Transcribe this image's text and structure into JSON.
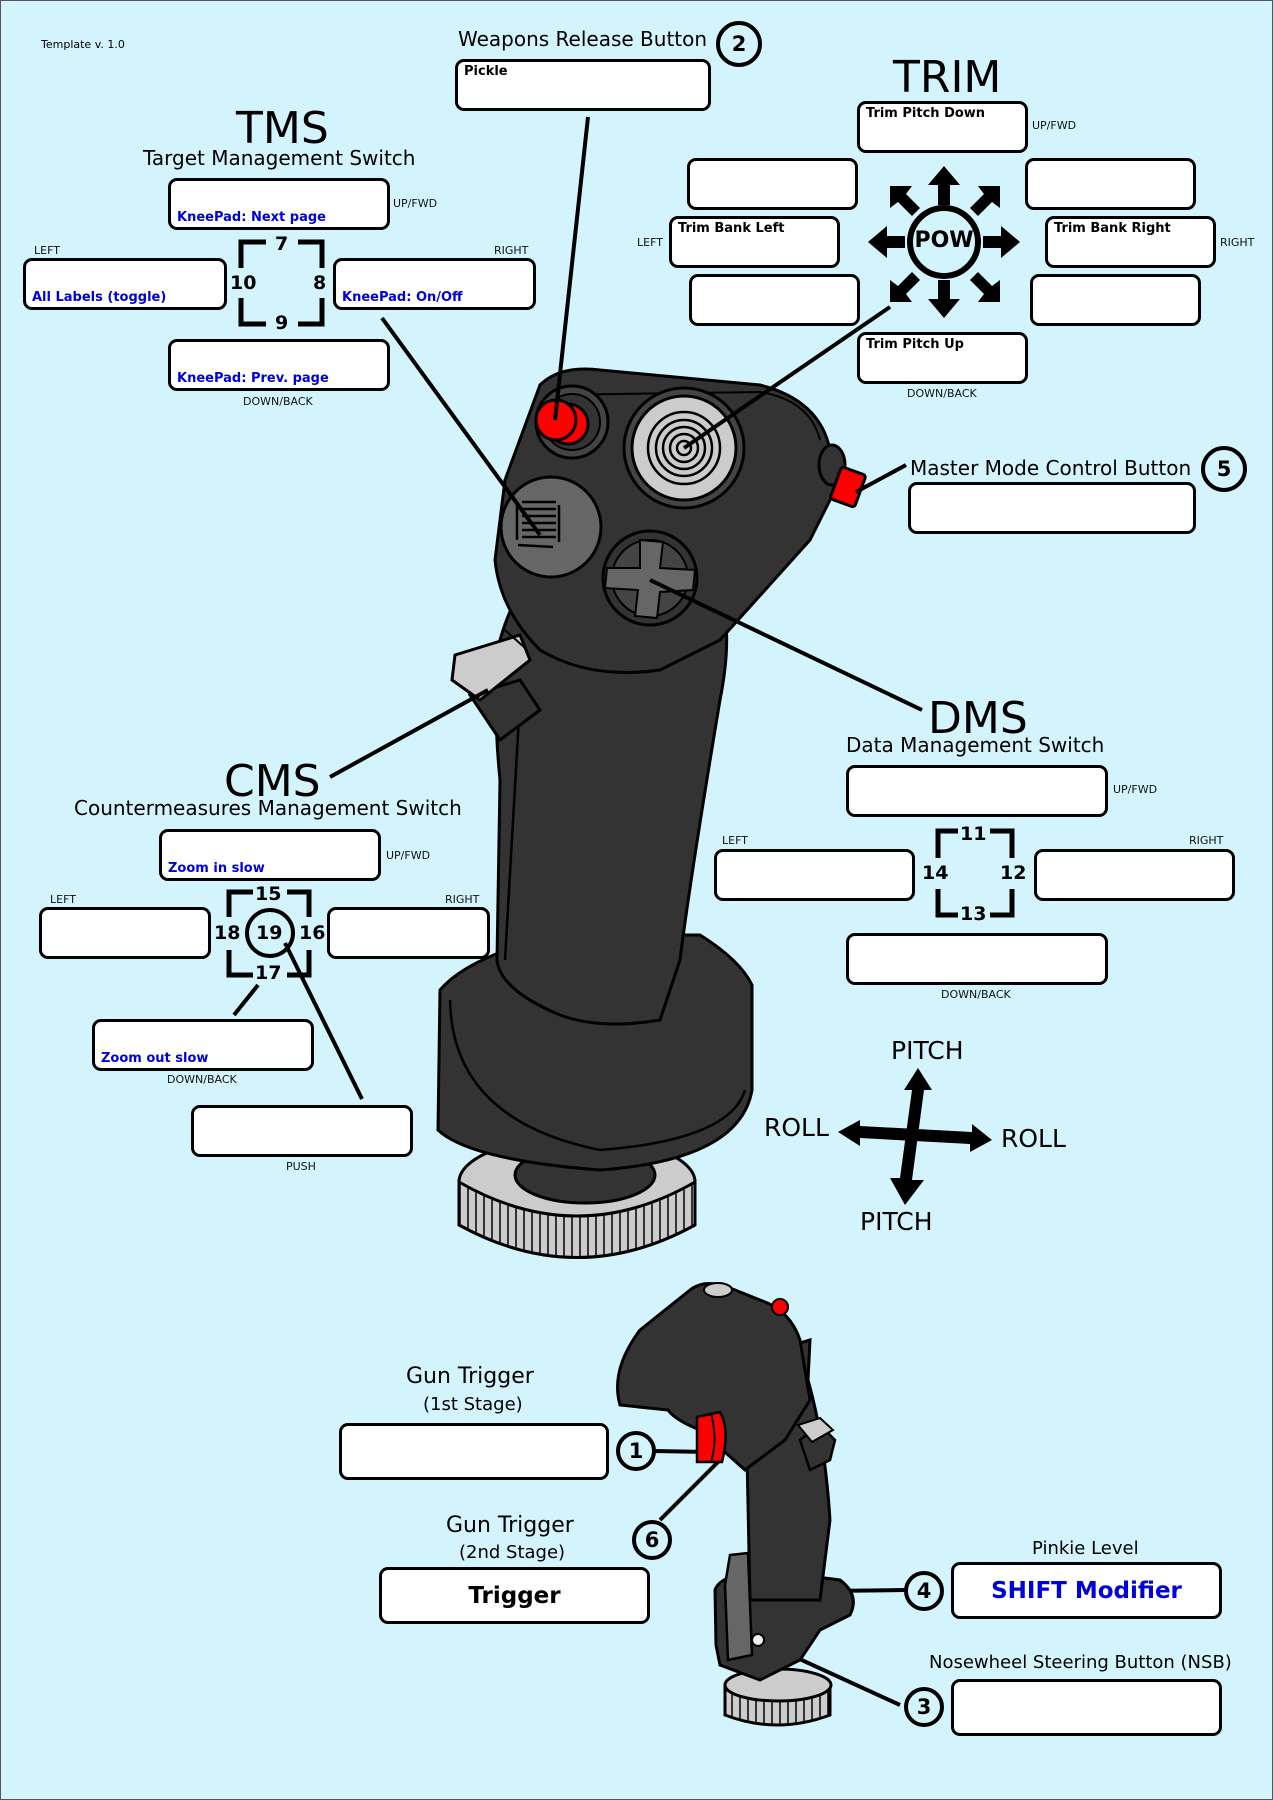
{
  "template_version": "Template v. 1.0",
  "colors": {
    "background": "#d4f4fd",
    "assigned_label": "#0000dd",
    "body_dark": "#333333",
    "button_red": "#ff0000",
    "button_grey": "#cccccc"
  },
  "tms": {
    "title": "TMS",
    "subtitle": "Target Management Switch",
    "up": {
      "direction": "UP/FWD",
      "number": "7",
      "label": "KneePad: Next page"
    },
    "right": {
      "direction": "RIGHT",
      "number": "8",
      "label": "KneePad: On/Off"
    },
    "down": {
      "direction": "DOWN/BACK",
      "number": "9",
      "label": "KneePad: Prev. page"
    },
    "left": {
      "direction": "LEFT",
      "number": "10",
      "label": "All Labels (toggle)"
    }
  },
  "weapons_release": {
    "title": "Weapons Release Button",
    "badge": "2",
    "label": "Pickle"
  },
  "trim": {
    "title": "TRIM",
    "center": "POW",
    "up": {
      "direction": "UP/FWD",
      "label": "Trim Pitch Down"
    },
    "down": {
      "direction": "DOWN/BACK",
      "label": "Trim Pitch Up"
    },
    "left": {
      "direction": "LEFT",
      "label": "Trim Bank Left"
    },
    "right": {
      "direction": "RIGHT",
      "label": "Trim Bank Right"
    },
    "up_left": {
      "label": ""
    },
    "up_right": {
      "label": ""
    },
    "down_left": {
      "label": ""
    },
    "down_right": {
      "label": ""
    }
  },
  "master_mode": {
    "title": "Master Mode Control Button",
    "badge": "5",
    "label": ""
  },
  "dms": {
    "title": "DMS",
    "subtitle": "Data Management Switch",
    "up": {
      "direction": "UP/FWD",
      "number": "11",
      "label": ""
    },
    "right": {
      "direction": "RIGHT",
      "number": "12",
      "label": ""
    },
    "down": {
      "direction": "DOWN/BACK",
      "number": "13",
      "label": ""
    },
    "left": {
      "direction": "LEFT",
      "number": "14",
      "label": ""
    }
  },
  "cms": {
    "title": "CMS",
    "subtitle": "Countermeasures Management Switch",
    "up": {
      "direction": "UP/FWD",
      "number": "15",
      "label": "Zoom in slow"
    },
    "right": {
      "direction": "RIGHT",
      "number": "16",
      "label": ""
    },
    "down": {
      "direction": "DOWN/BACK",
      "number": "17",
      "label": "Zoom out slow"
    },
    "left": {
      "direction": "LEFT",
      "number": "18",
      "label": ""
    },
    "push": {
      "direction": "PUSH",
      "number": "19",
      "label": ""
    }
  },
  "axes": {
    "pitch_up": "PITCH",
    "pitch_down": "PITCH",
    "roll_left": "ROLL",
    "roll_right": "ROLL"
  },
  "gun_trigger_1": {
    "title": "Gun Trigger",
    "stage": "(1st Stage)",
    "badge": "1",
    "label": ""
  },
  "gun_trigger_2": {
    "title": "Gun Trigger",
    "stage": "(2nd Stage)",
    "badge": "6",
    "label": "Trigger"
  },
  "pinkie": {
    "title": "Pinkie Level",
    "badge": "4",
    "label": "SHIFT Modifier"
  },
  "nsb": {
    "title": "Nosewheel Steering Button (NSB)",
    "badge": "3",
    "label": ""
  }
}
